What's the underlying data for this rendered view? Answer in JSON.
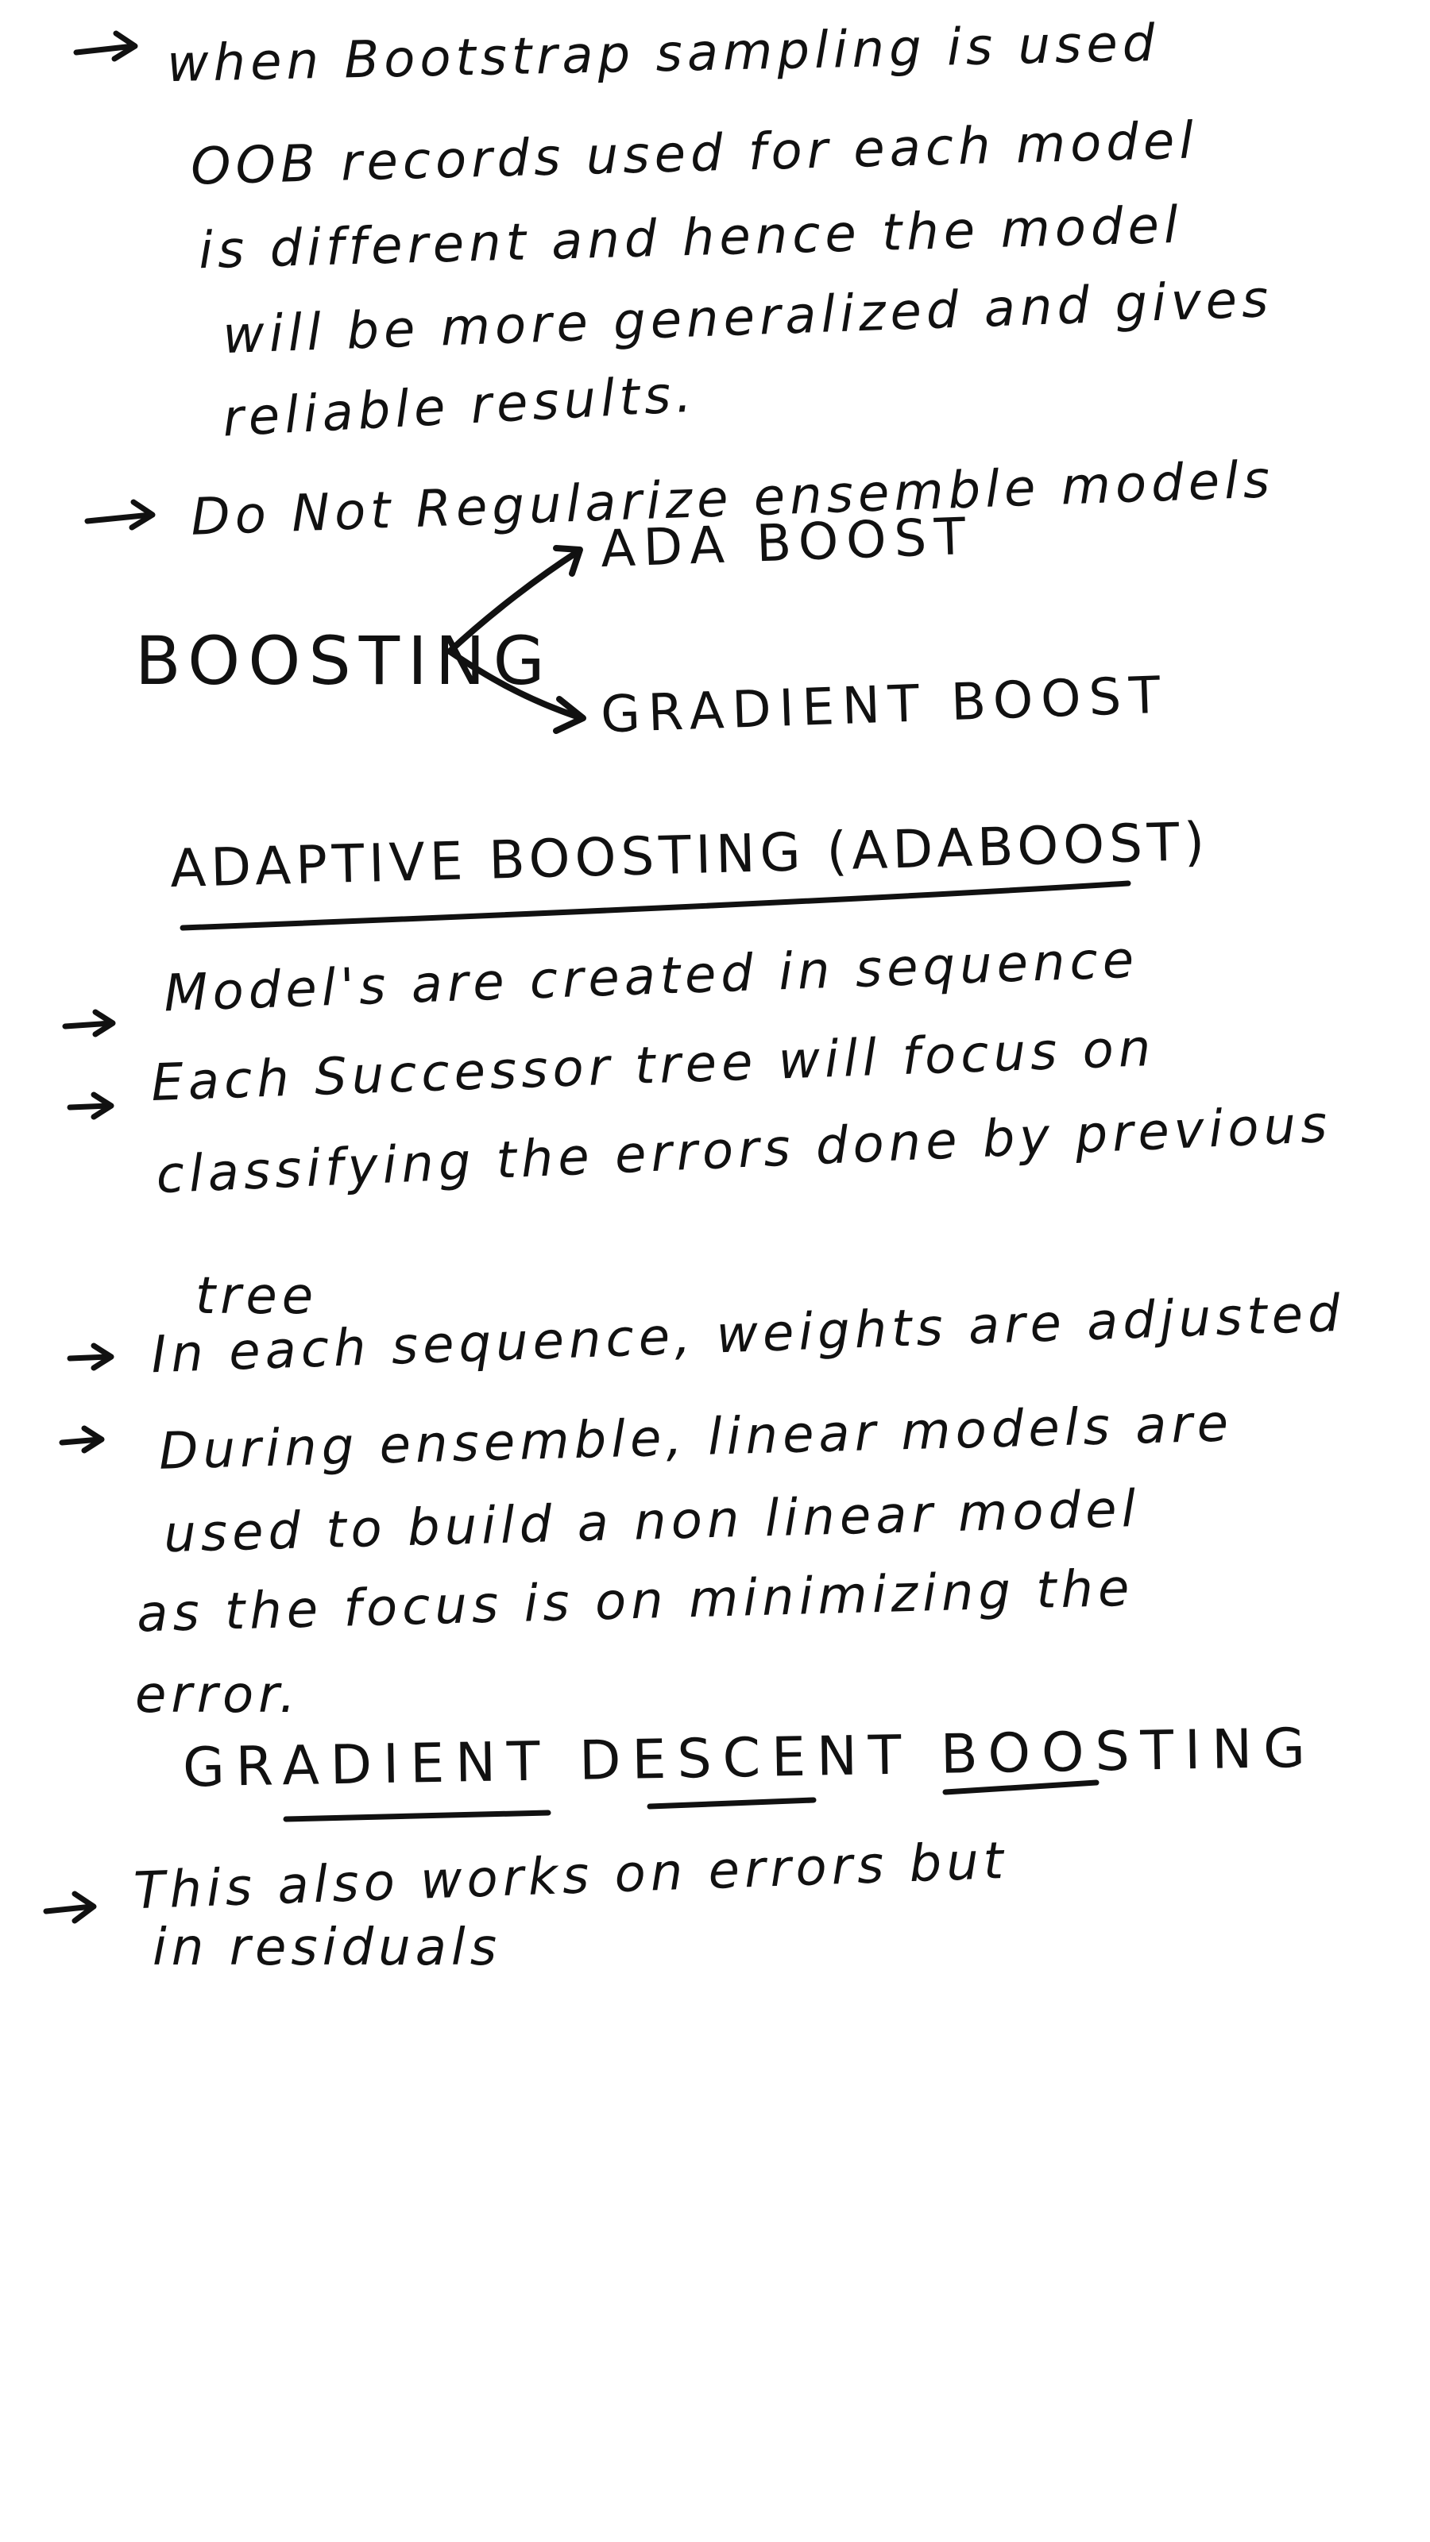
{
  "colors": {
    "ink": "#111111",
    "paper": "#ffffff"
  },
  "notes": {
    "bootstrap": {
      "bullet_icon": "arrow-right",
      "lines": [
        "when Bootstrap sampling is used",
        "OOB records used for each model",
        "is different and hence the model",
        "will be more generalized and gives",
        "reliable results."
      ]
    },
    "regularize": {
      "bullet_icon": "arrow-right",
      "text": "Do Not Regularize ensemble models"
    },
    "boosting_diagram": {
      "root": "BOOSTING",
      "branches": [
        "ADA BOOST",
        "GRADIENT BOOST"
      ],
      "connector_icon": "branch-arrow"
    },
    "adaboost": {
      "heading": "ADAPTIVE BOOSTING (ADABOOST)",
      "bullets": [
        {
          "icon": "arrow-right",
          "lines": [
            "Model's are created in sequence"
          ]
        },
        {
          "icon": "arrow-right",
          "lines": [
            "Each Successor tree will focus on",
            "classifying the errors done by previous",
            "tree"
          ]
        },
        {
          "icon": "arrow-right",
          "lines": [
            "In each sequence, weights are adjusted"
          ]
        },
        {
          "icon": "arrow-right",
          "lines": [
            "During ensemble, linear models are",
            "used to build a non linear model",
            "as the focus is on minimizing the",
            "error."
          ]
        }
      ]
    },
    "gradient": {
      "heading": "GRADIENT DESCENT BOOSTING",
      "bullets": [
        {
          "icon": "arrow-right",
          "lines": [
            "This also works on errors but",
            "in residuals"
          ]
        }
      ]
    }
  }
}
